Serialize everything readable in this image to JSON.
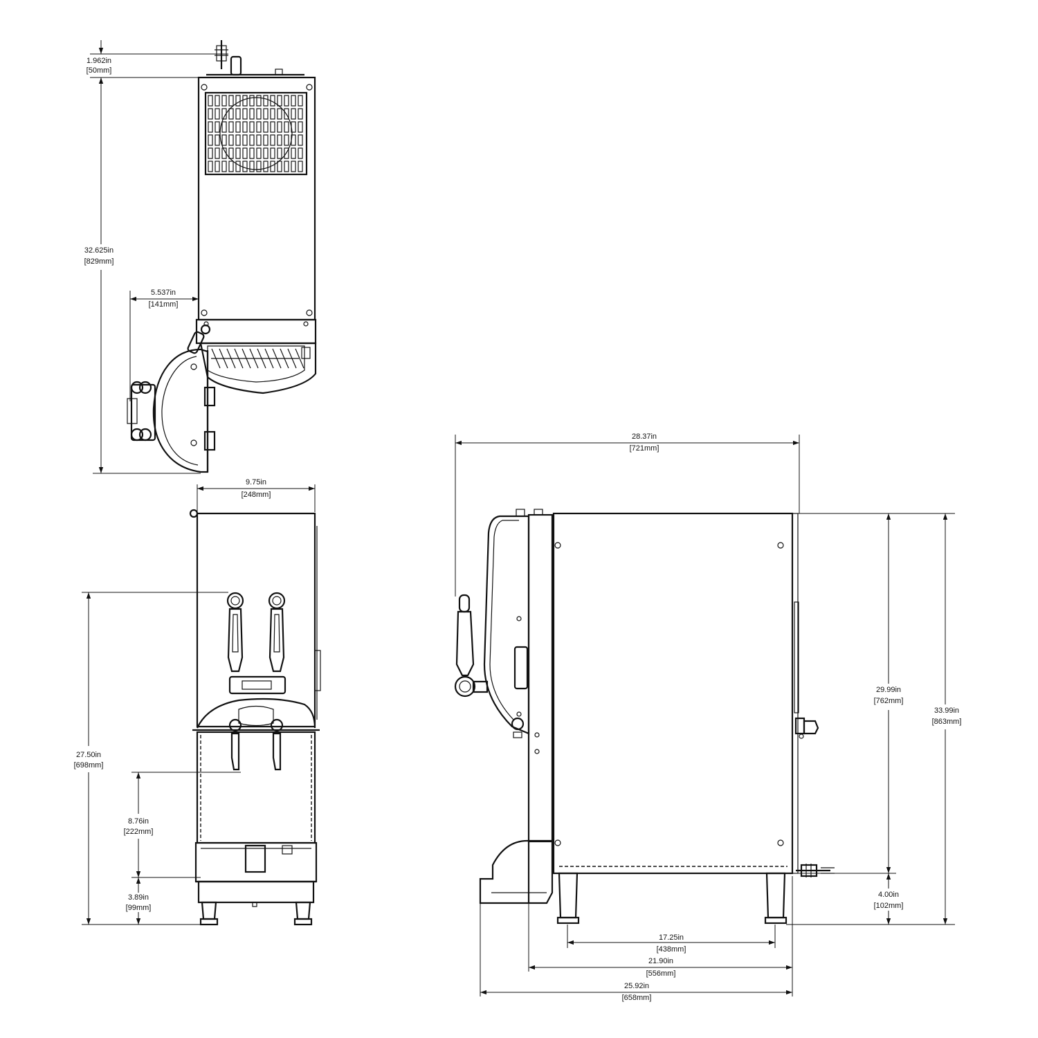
{
  "dimensions": {
    "top_view": {
      "cord_height": {
        "in": "1.962in",
        "mm": "[50mm]"
      },
      "depth": {
        "in": "32.625in",
        "mm": "[829mm]"
      },
      "faucet_overhang": {
        "in": "5.537in",
        "mm": "[141mm]"
      }
    },
    "front_view": {
      "width": {
        "in": "9.75in",
        "mm": "[248mm]"
      },
      "handle_height": {
        "in": "27.50in",
        "mm": "[698mm]"
      },
      "spout_clearance": {
        "in": "8.76in",
        "mm": "[222mm]"
      },
      "drip_tray_height": {
        "in": "3.89in",
        "mm": "[99mm]"
      }
    },
    "side_view": {
      "overall_depth": {
        "in": "28.37in",
        "mm": "[721mm]"
      },
      "cabinet_height": {
        "in": "29.99in",
        "mm": "[762mm]"
      },
      "overall_height": {
        "in": "33.99in",
        "mm": "[863mm]"
      },
      "leg_height": {
        "in": "4.00in",
        "mm": "[102mm]"
      },
      "leg_spacing": {
        "in": "17.25in",
        "mm": "[438mm]"
      },
      "cabinet_depth": {
        "in": "21.90in",
        "mm": "[556mm]"
      },
      "base_depth": {
        "in": "25.92in",
        "mm": "[658mm]"
      }
    }
  }
}
